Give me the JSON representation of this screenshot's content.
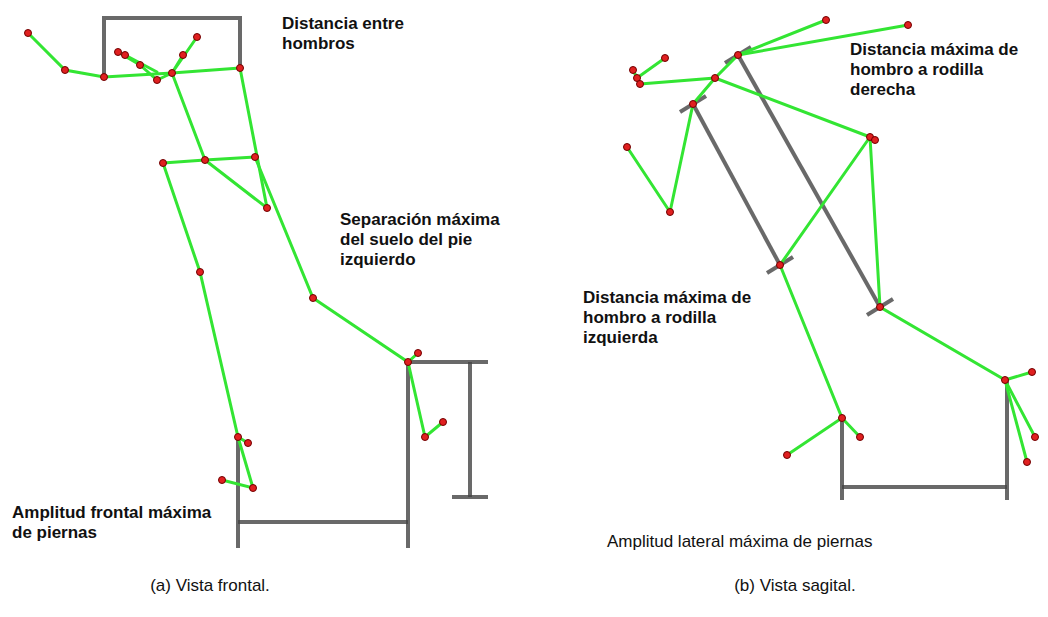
{
  "diagram": {
    "labels": [
      "Distancia entre hombros",
      "Separación máxima del suelo del pie izquierdo",
      "Amplitud frontal máxima de piernas",
      "(a) Vista frontal.",
      "Distancia máxima de hombro a rodilla derecha",
      "Distancia máxima de hombro a rodilla izquierda",
      "Amplitud lateral máxima de piernas",
      "(b) Vista sagital."
    ]
  }
}
